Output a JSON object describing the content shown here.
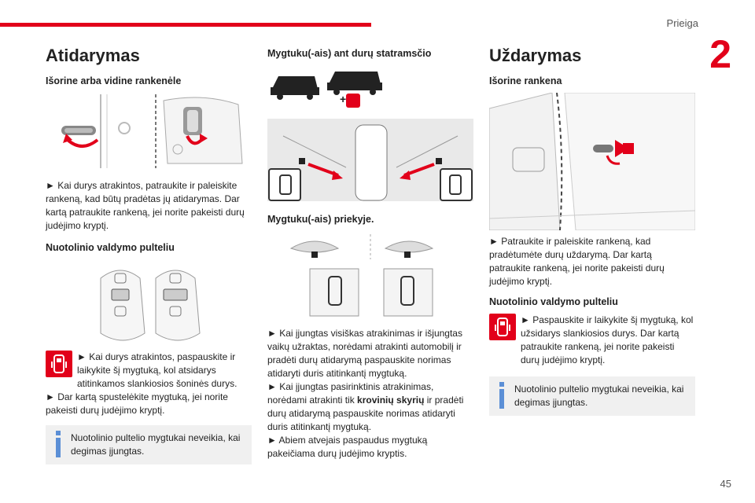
{
  "header": {
    "section": "Prieiga",
    "chapter": "2",
    "page_number": "45"
  },
  "opening": {
    "title": "Atidarymas",
    "handle_heading": "Išorine arba vidine rankenėle",
    "handle_text": "► Kai durys atrakintos, patraukite ir paleiskite rankeną, kad būtų pradėtas jų atidarymas. Dar kartą patraukite rankeną, jei norite pakeisti durų judėjimo kryptį.",
    "remote_heading": "Nuotolinio valdymo pulteliu",
    "remote_text_1": "► Kai durys atrakintos, paspauskite ir laikykite šį mygtuką, kol atsidarys atitinkamos slankiosios šoninės durys.",
    "remote_text_2": "► Dar kartą spustelėkite mygtuką, jei norite pakeisti durų judėjimo kryptį.",
    "note": "Nuotolinio pultelio mygtukai neveikia, kai degimas įjungtas."
  },
  "buttons": {
    "pillar_heading": "Mygtuku(-ais) ant durų statramsčio",
    "front_heading": "Mygtuku(-ais) priekyje.",
    "text_1": "► Kai įjungtas visiškas atrakinimas ir išjungtas vaikų užraktas, norėdami atrakinti automobilį ir pradėti durų atidarymą paspauskite norimas atidaryti duris atitinkantį mygtuką.",
    "text_2a": "► Kai įjungtas pasirinktinis atrakinimas, norėdami atrakinti tik ",
    "text_2b": "krovinių skyrių",
    "text_2c": " ir pradėti durų atidarymą paspauskite norimas atidaryti duris atitinkantį mygtuką.",
    "text_3": "► Abiem atvejais paspaudus mygtuką pakeičiama durų judėjimo kryptis."
  },
  "closing": {
    "title": "Uždarymas",
    "handle_heading": "Išorine rankena",
    "handle_text": "► Patraukite ir paleiskite rankeną, kad pradėtumėte durų uždarymą. Dar kartą patraukite rankeną, jei norite pakeisti durų judėjimo kryptį.",
    "remote_heading": "Nuotolinio valdymo pulteliu",
    "remote_text": "► Paspauskite ir laikykite šį mygtuką, kol užsidarys slankiosios durys. Dar kartą patraukite rankeną, jei norite pakeisti durų judėjimo kryptį.",
    "note": "Nuotolinio pultelio mygtukai neveikia, kai degimas įjungtas."
  },
  "colors": {
    "accent": "#e2001a",
    "info_blue": "#5b8fd6",
    "note_bg": "#f0f0f0"
  }
}
